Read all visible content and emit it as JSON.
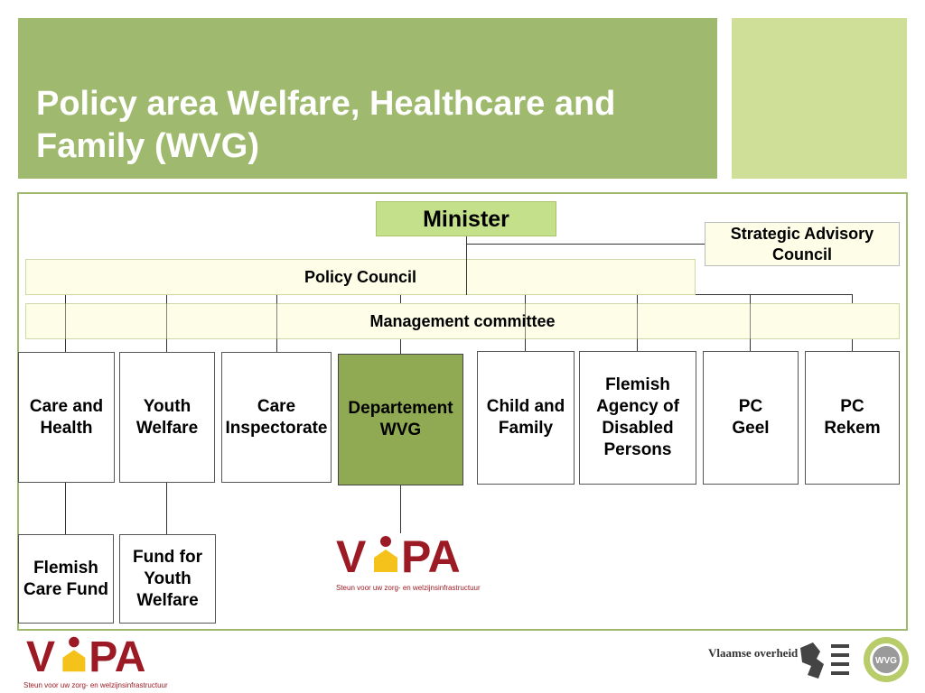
{
  "title": "Policy area Welfare, Healthcare and Family (WVG)",
  "org": {
    "minister": "Minister",
    "strategic_advisory_council": "Strategic Advisory\nCouncil",
    "policy_council": "Policy Council",
    "management_committee": "Management committee",
    "entities": [
      "Care and\nHealth",
      "Youth\nWelfare",
      "Care\nInspectorate",
      "Departement\nWVG",
      "Child and\nFamily",
      "Flemish\nAgency of\nDisabled\nPersons",
      "PC\nGeel",
      "PC\nRekem"
    ],
    "sub_entities": [
      "Flemish\nCare Fund",
      "Fund for\nYouth\nWelfare"
    ]
  },
  "logos": {
    "vipa_text": "VIPA",
    "vipa_tagline": "Steun voor uw zorg- en welzijnsinfrastructuur",
    "vlaamse_overheid": "Vlaamse overheid",
    "wvg_badge": "WVG"
  },
  "colors": {
    "title_banner": "#9fba6e",
    "side_banner": "#cfdf98",
    "minister_fill": "#c5e08a",
    "departement_fill": "#8faa52",
    "vipa_red": "#9c1a24",
    "vipa_yellow": "#f4c21a"
  }
}
